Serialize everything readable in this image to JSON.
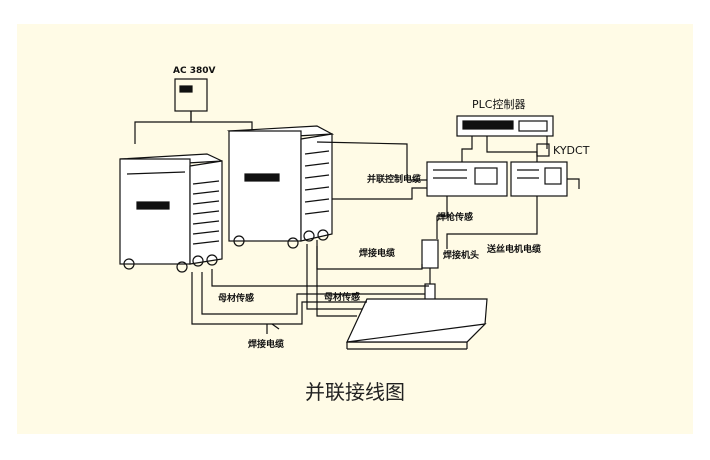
{
  "labels": {
    "ac_power": "AC 380V",
    "plc": "PLC控制器",
    "kydct": "KYDCT",
    "parallel_control_cable": "并联控制电缆",
    "welding_sensor": "焊枪传感",
    "wire_feed_motor_cable": "送丝电机电缆",
    "welding_cable_top": "焊接电缆",
    "welding_head": "焊接机头",
    "base_sensor_left": "母材传感",
    "base_sensor_right": "母材传感",
    "welding_cable_bottom": "焊接电缆"
  },
  "caption": "并联接线图",
  "colors": {
    "panel_bg": "#fffbe6",
    "line": "#111111"
  }
}
